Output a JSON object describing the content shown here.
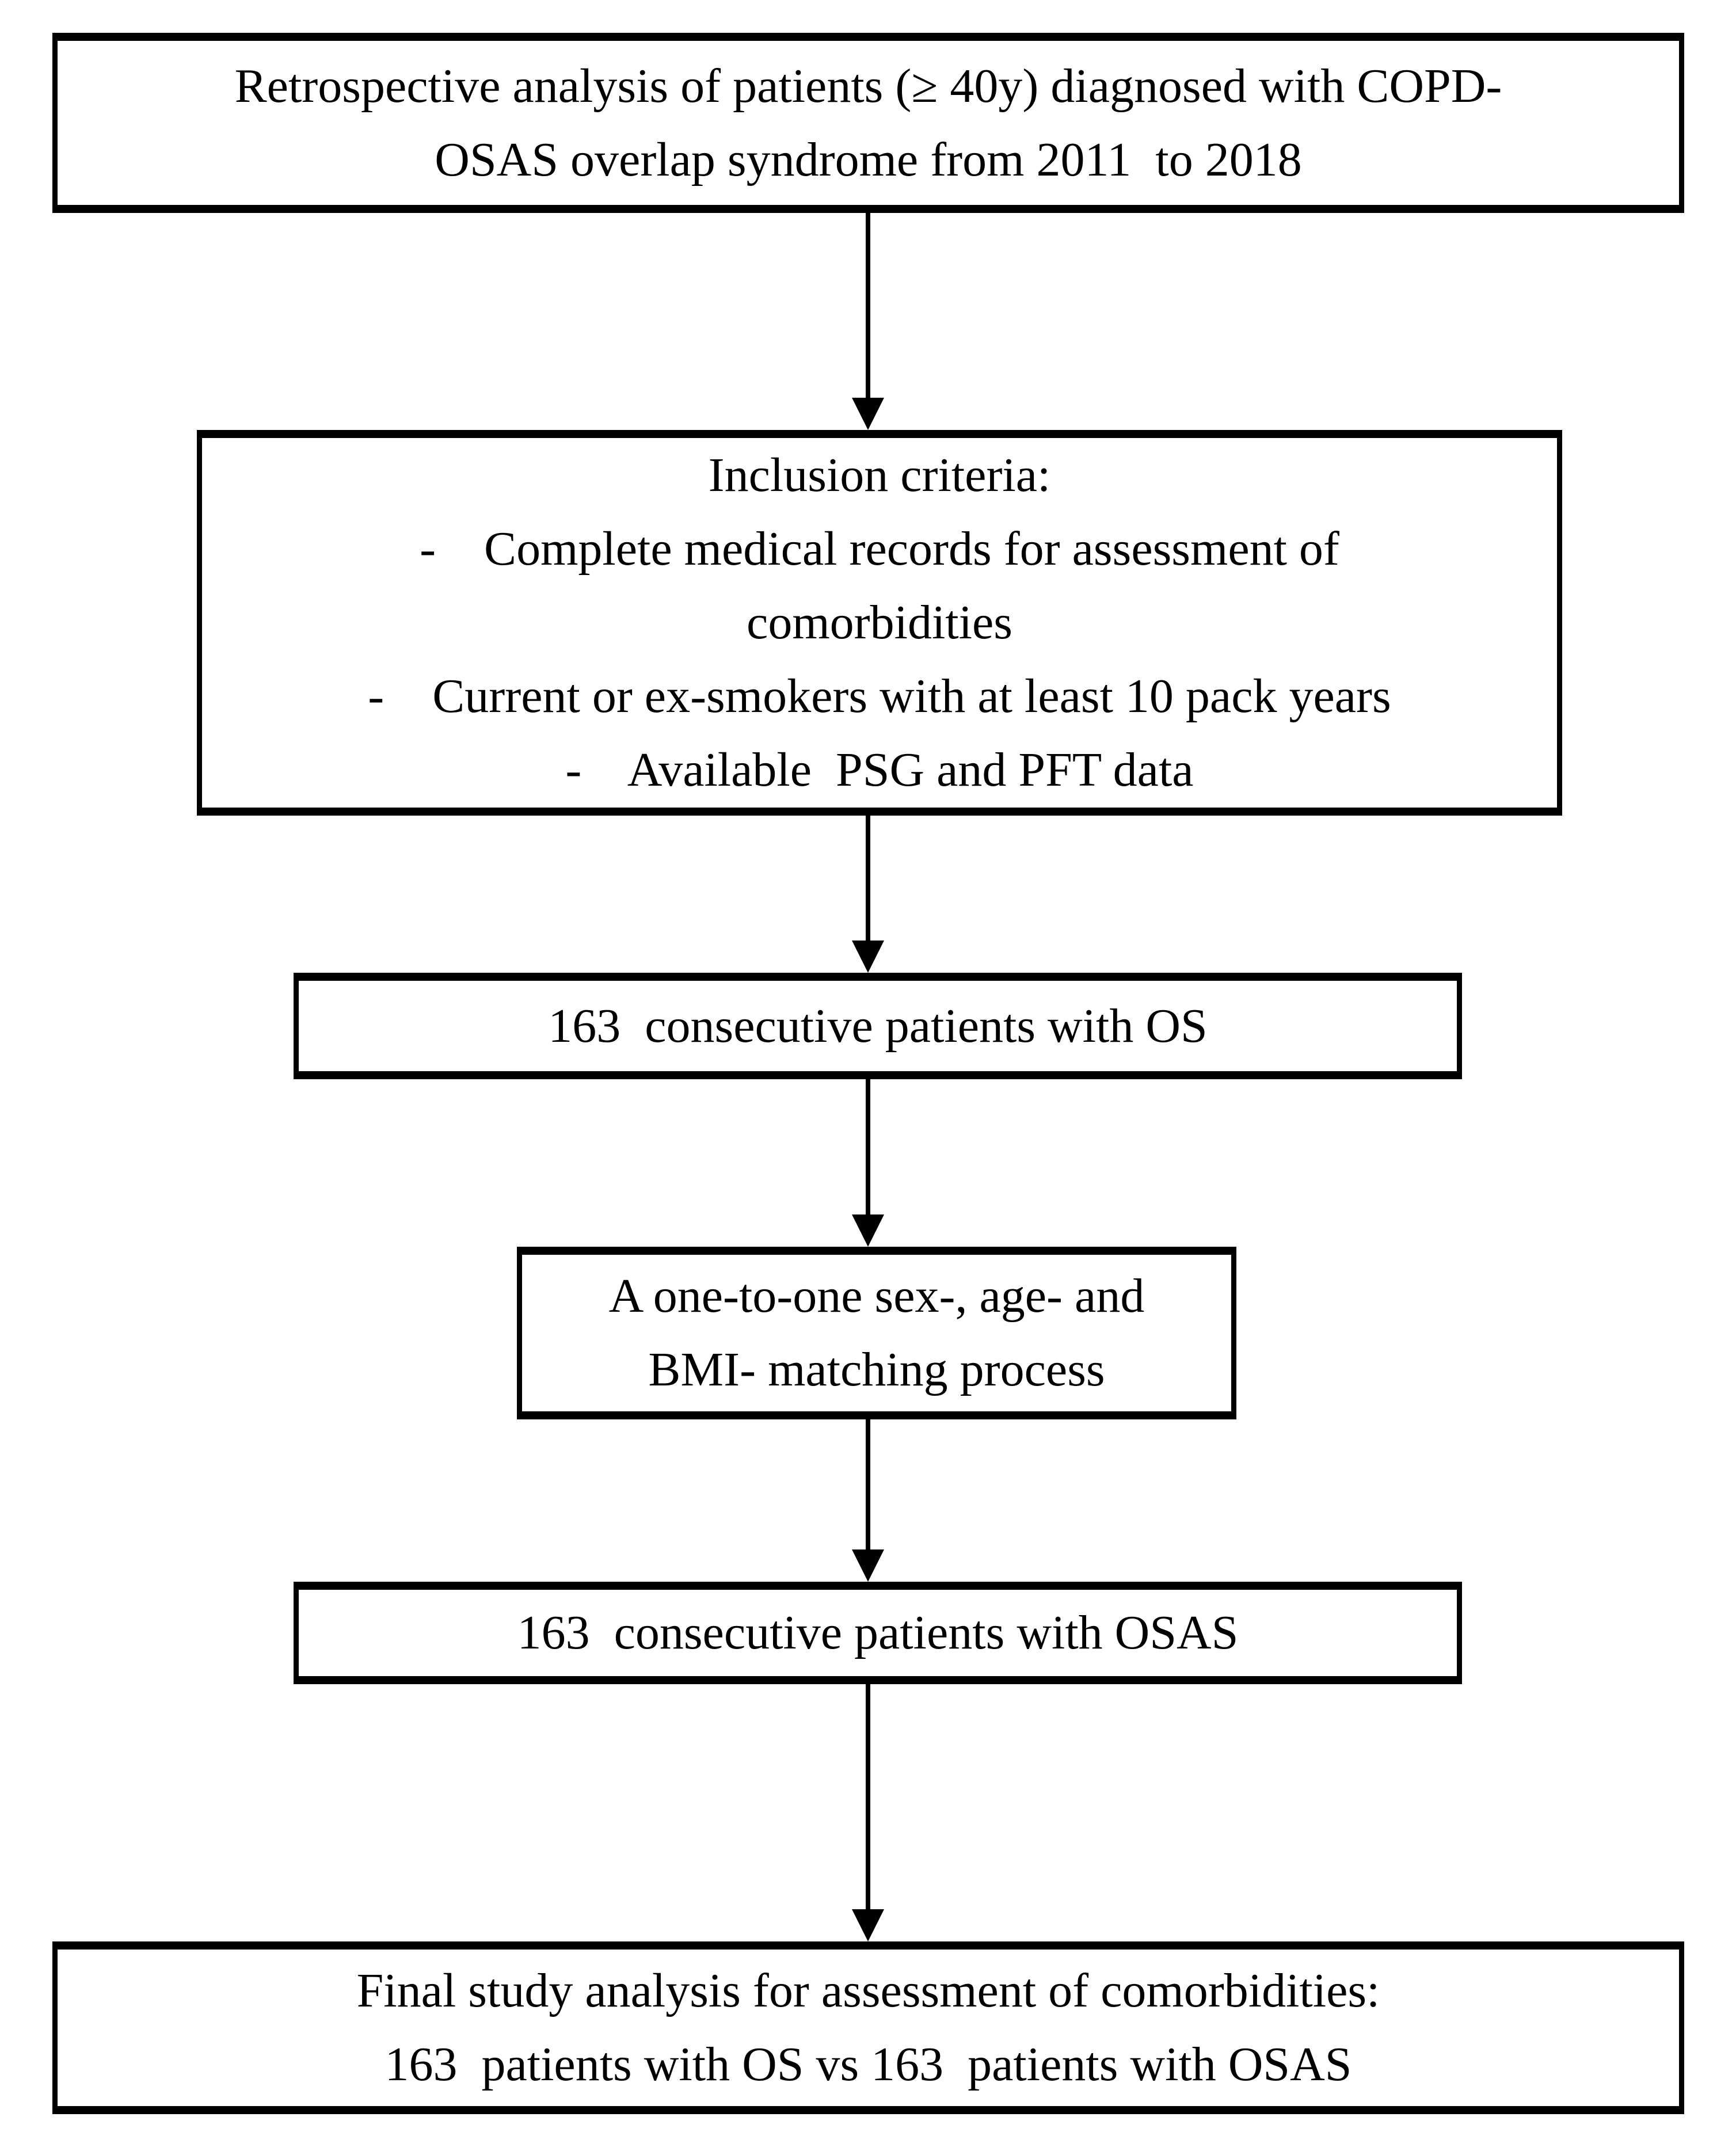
{
  "colors": {
    "ink": "#000000",
    "background": "#ffffff"
  },
  "flowchart": {
    "direction": "top-down",
    "nodes": [
      {
        "id": "retrospective-analysis",
        "lines": [
          "Retrospective analysis of patients (≥ 40y) diagnosed with COPD-",
          "OSAS overlap syndrome from 2011  to 2018"
        ]
      },
      {
        "id": "inclusion-criteria",
        "lines": [
          "Inclusion criteria:",
          "-    Complete medical records for assessment of",
          "comorbidities",
          "-    Current or ex-smokers with at least 10 pack years",
          "-    Available  PSG and PFT data"
        ]
      },
      {
        "id": "os-cohort",
        "lines": [
          "163  consecutive patients with OS"
        ]
      },
      {
        "id": "matching-process",
        "lines": [
          "A one-to-one sex-, age- and",
          "BMI- matching process"
        ]
      },
      {
        "id": "osas-cohort",
        "lines": [
          "163  consecutive patients with OSAS"
        ]
      },
      {
        "id": "final-analysis",
        "lines": [
          "Final study analysis for assessment of comorbidities:",
          "163  patients with OS vs 163  patients with OSAS"
        ]
      }
    ]
  }
}
